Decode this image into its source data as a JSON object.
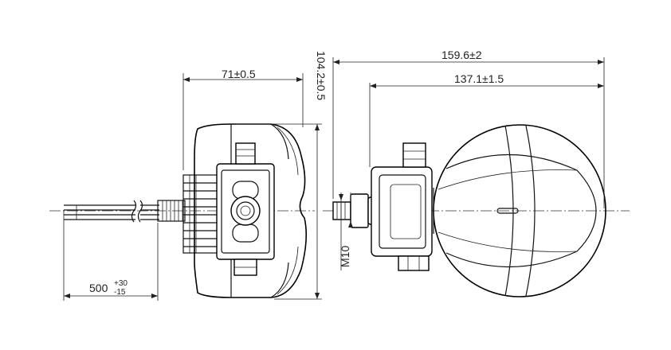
{
  "dimensions": {
    "cable_length": "500",
    "cable_tolerance_plus": "+30",
    "cable_tolerance_minus": "-15",
    "depth": "71±0.5",
    "height": "104.2±0.5",
    "overall_length": "159.6±2",
    "body_length": "137.1±1.5",
    "thread": "M10"
  }
}
